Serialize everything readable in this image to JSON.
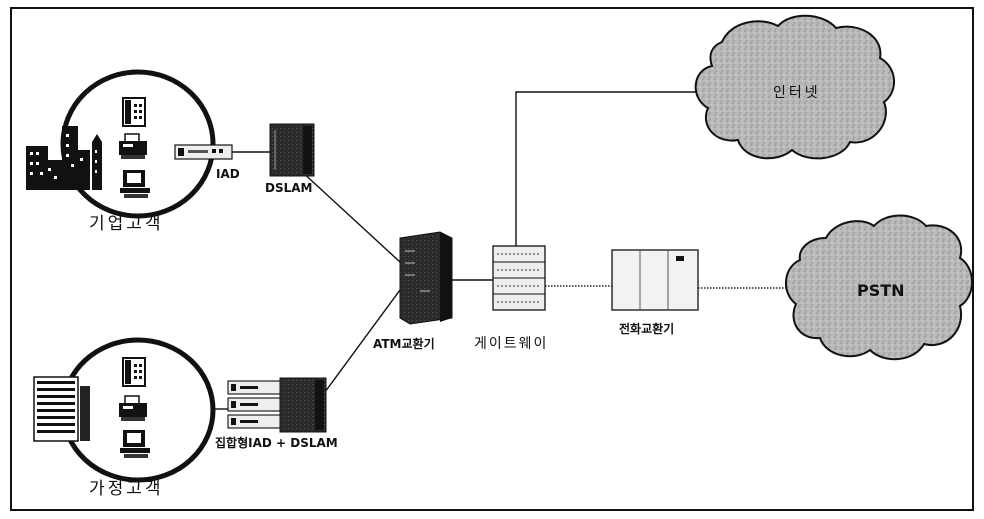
{
  "labels": {
    "enterprise_customer": "기업고객",
    "home_customer": "가정고객",
    "iad": "IAD",
    "dslam": "DSLAM",
    "integrated_iad_dslam": "집합형IAD + DSLAM",
    "atm_switch": "ATM교환기",
    "gateway": "게이트웨이",
    "telephone_switch": "전화교환기",
    "internet": "인터넷",
    "pstn": "PSTN"
  },
  "icons": {
    "telephone": "telephone-icon",
    "fax": "fax-icon",
    "computer": "computer-icon",
    "office_buildings": "city-buildings-icon",
    "apartment": "apartment-building-icon",
    "cloud": "cloud-icon",
    "rack": "equipment-rack-icon"
  },
  "colors": {
    "line": "#111111",
    "cloud_fill": "#b8b8b8",
    "equipment_dark": "#2a2a2a",
    "equipment_light": "#e4e4e4"
  }
}
